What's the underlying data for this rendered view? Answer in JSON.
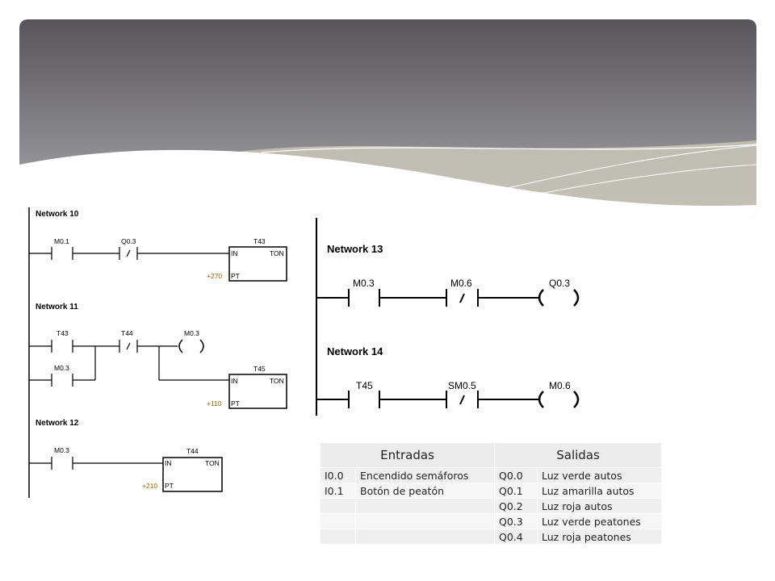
{
  "header": {
    "colors": {
      "top": "#575559",
      "bottom": "#a9a8ab",
      "accent": "#c5c2b6"
    }
  },
  "ladder_left": {
    "networks": [
      {
        "title": "Network 10",
        "contacts": [
          "M0.1",
          "Q0.3"
        ],
        "timer": {
          "name": "T43",
          "type": "TON",
          "in": "IN",
          "pt": "PT",
          "preset": "+270"
        }
      },
      {
        "title": "Network 11",
        "contacts": [
          "T43",
          "T44",
          "M0.3"
        ],
        "coil": "M0.3",
        "timer": {
          "name": "T45",
          "type": "TON",
          "in": "IN",
          "pt": "PT",
          "preset": "+110"
        }
      },
      {
        "title": "Network 12",
        "contacts": [
          "M0.3"
        ],
        "timer": {
          "name": "T44",
          "type": "TON",
          "in": "IN",
          "pt": "PT",
          "preset": "+210"
        }
      }
    ]
  },
  "ladder_right": {
    "networks": [
      {
        "title": "Network 13",
        "contacts": [
          "M0.3",
          "M0.6"
        ],
        "coil": "Q0.3"
      },
      {
        "title": "Network 14",
        "contacts": [
          "T45",
          "SM0.5"
        ],
        "coil": "M0.6"
      }
    ]
  },
  "io_table": {
    "headers": {
      "inputs": "Entradas",
      "outputs": "Salidas"
    },
    "rows": [
      {
        "in_addr": "I0.0",
        "in_desc": "Encendido semáforos",
        "out_addr": "Q0.0",
        "out_desc": "Luz verde autos"
      },
      {
        "in_addr": "I0.1",
        "in_desc": "Botón de peatón",
        "out_addr": "Q0.1",
        "out_desc": "Luz amarilla autos"
      },
      {
        "in_addr": "",
        "in_desc": "",
        "out_addr": "Q0.2",
        "out_desc": "Luz roja autos"
      },
      {
        "in_addr": "",
        "in_desc": "",
        "out_addr": "Q0.3",
        "out_desc": "Luz verde peatones"
      },
      {
        "in_addr": "",
        "in_desc": "",
        "out_addr": "Q0.4",
        "out_desc": "Luz roja peatones"
      }
    ]
  }
}
